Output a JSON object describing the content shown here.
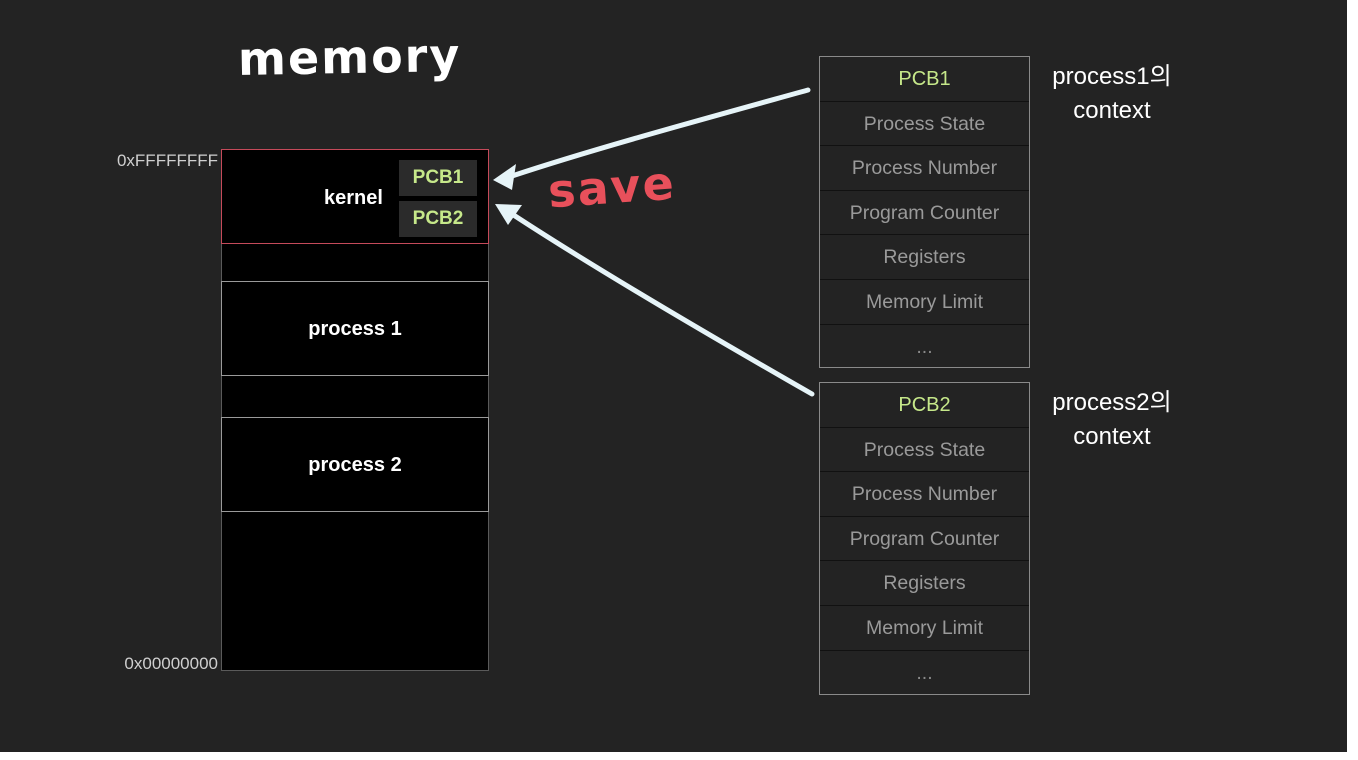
{
  "title": "memory",
  "annotation": "save",
  "addresses": {
    "high": "0xFFFFFFFF",
    "low": "0x00000000"
  },
  "memory": {
    "kernel": "kernel",
    "kernel_chips": [
      "PCB1",
      "PCB2"
    ],
    "process1": "process 1",
    "process2": "process 2"
  },
  "pcb1": {
    "header": "PCB1",
    "fields": [
      "Process State",
      "Process Number",
      "Program Counter",
      "Registers",
      "Memory Limit",
      "..."
    ],
    "context_line1": "process1의",
    "context_line2": "context"
  },
  "pcb2": {
    "header": "PCB2",
    "fields": [
      "Process State",
      "Process Number",
      "Program Counter",
      "Registers",
      "Memory Limit",
      "..."
    ],
    "context_line1": "process2의",
    "context_line2": "context"
  },
  "colors": {
    "background": "#232323",
    "kernel_border": "#c54a5a",
    "pcb_header": "#c6e88a",
    "save_text": "#e8505b",
    "arrow": "#e6f4f8"
  }
}
